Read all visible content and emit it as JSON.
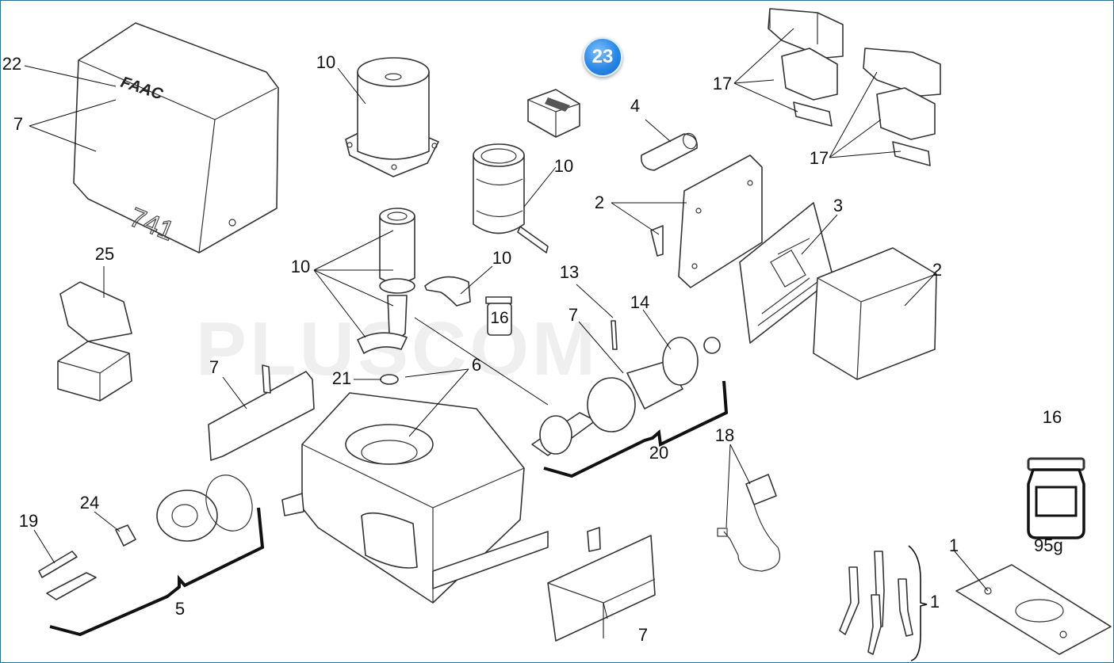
{
  "diagram": {
    "watermark": "PLUSCOM",
    "badge": "23",
    "labels": {
      "l22": "22",
      "l7a": "7",
      "l10a": "10",
      "l10b": "10",
      "l10c": "10",
      "l10d": "10",
      "l4": "4",
      "l17a": "17",
      "l17b": "17",
      "l2a": "2",
      "l3": "3",
      "l2b": "2",
      "l25": "25",
      "l13": "13",
      "l7b": "7",
      "l14": "14",
      "l16a": "16",
      "l7c": "7",
      "l21": "21",
      "l6": "6",
      "l20": "20",
      "l18": "18",
      "l16b": "16",
      "l24": "24",
      "l19": "19",
      "l5": "5",
      "l7d": "7",
      "l1a": "1",
      "l1b": "1"
    },
    "jar_weight": "95g"
  }
}
